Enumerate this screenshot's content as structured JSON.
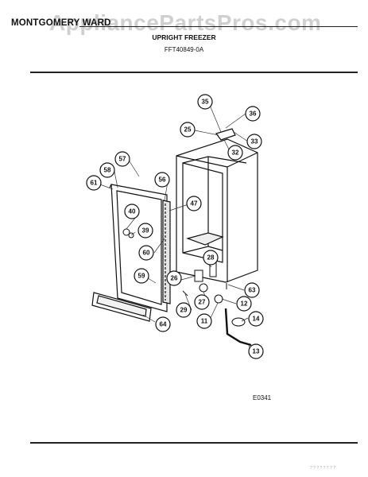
{
  "header": {
    "brand": "MONTGOMERY WARD",
    "watermark": "AppliancePartsPros.com",
    "title": "UPRIGHT FREEZER",
    "model": "FFT40849-0A"
  },
  "diagram_code": "E0341",
  "footer_note": "? ? ? ? ? ? ? ?",
  "callouts": [
    "35",
    "36",
    "25",
    "33",
    "32",
    "57",
    "58",
    "56",
    "61",
    "47",
    "40",
    "39",
    "60",
    "28",
    "59",
    "26",
    "63",
    "29",
    "27",
    "12",
    "14",
    "11",
    "64",
    "13"
  ]
}
